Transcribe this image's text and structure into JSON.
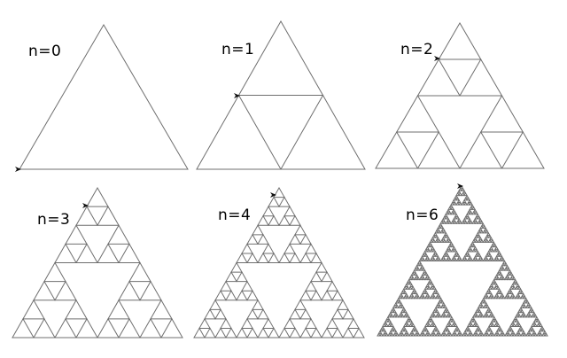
{
  "panels": [
    {
      "id": "p0",
      "label": "n=0",
      "n": 0
    },
    {
      "id": "p1",
      "label": "n=1",
      "n": 1
    },
    {
      "id": "p2",
      "label": "n=2",
      "n": 2
    },
    {
      "id": "p3",
      "label": "n=3",
      "n": 3
    },
    {
      "id": "p4",
      "label": "n=4",
      "n": 4
    },
    {
      "id": "p6",
      "label": "n=6",
      "n": 6
    }
  ],
  "colors": {
    "line": "#6f6f6f",
    "cursor": "#111111",
    "background": "#ffffff"
  },
  "icons": {
    "turtle": "turtle-arrow-icon"
  }
}
